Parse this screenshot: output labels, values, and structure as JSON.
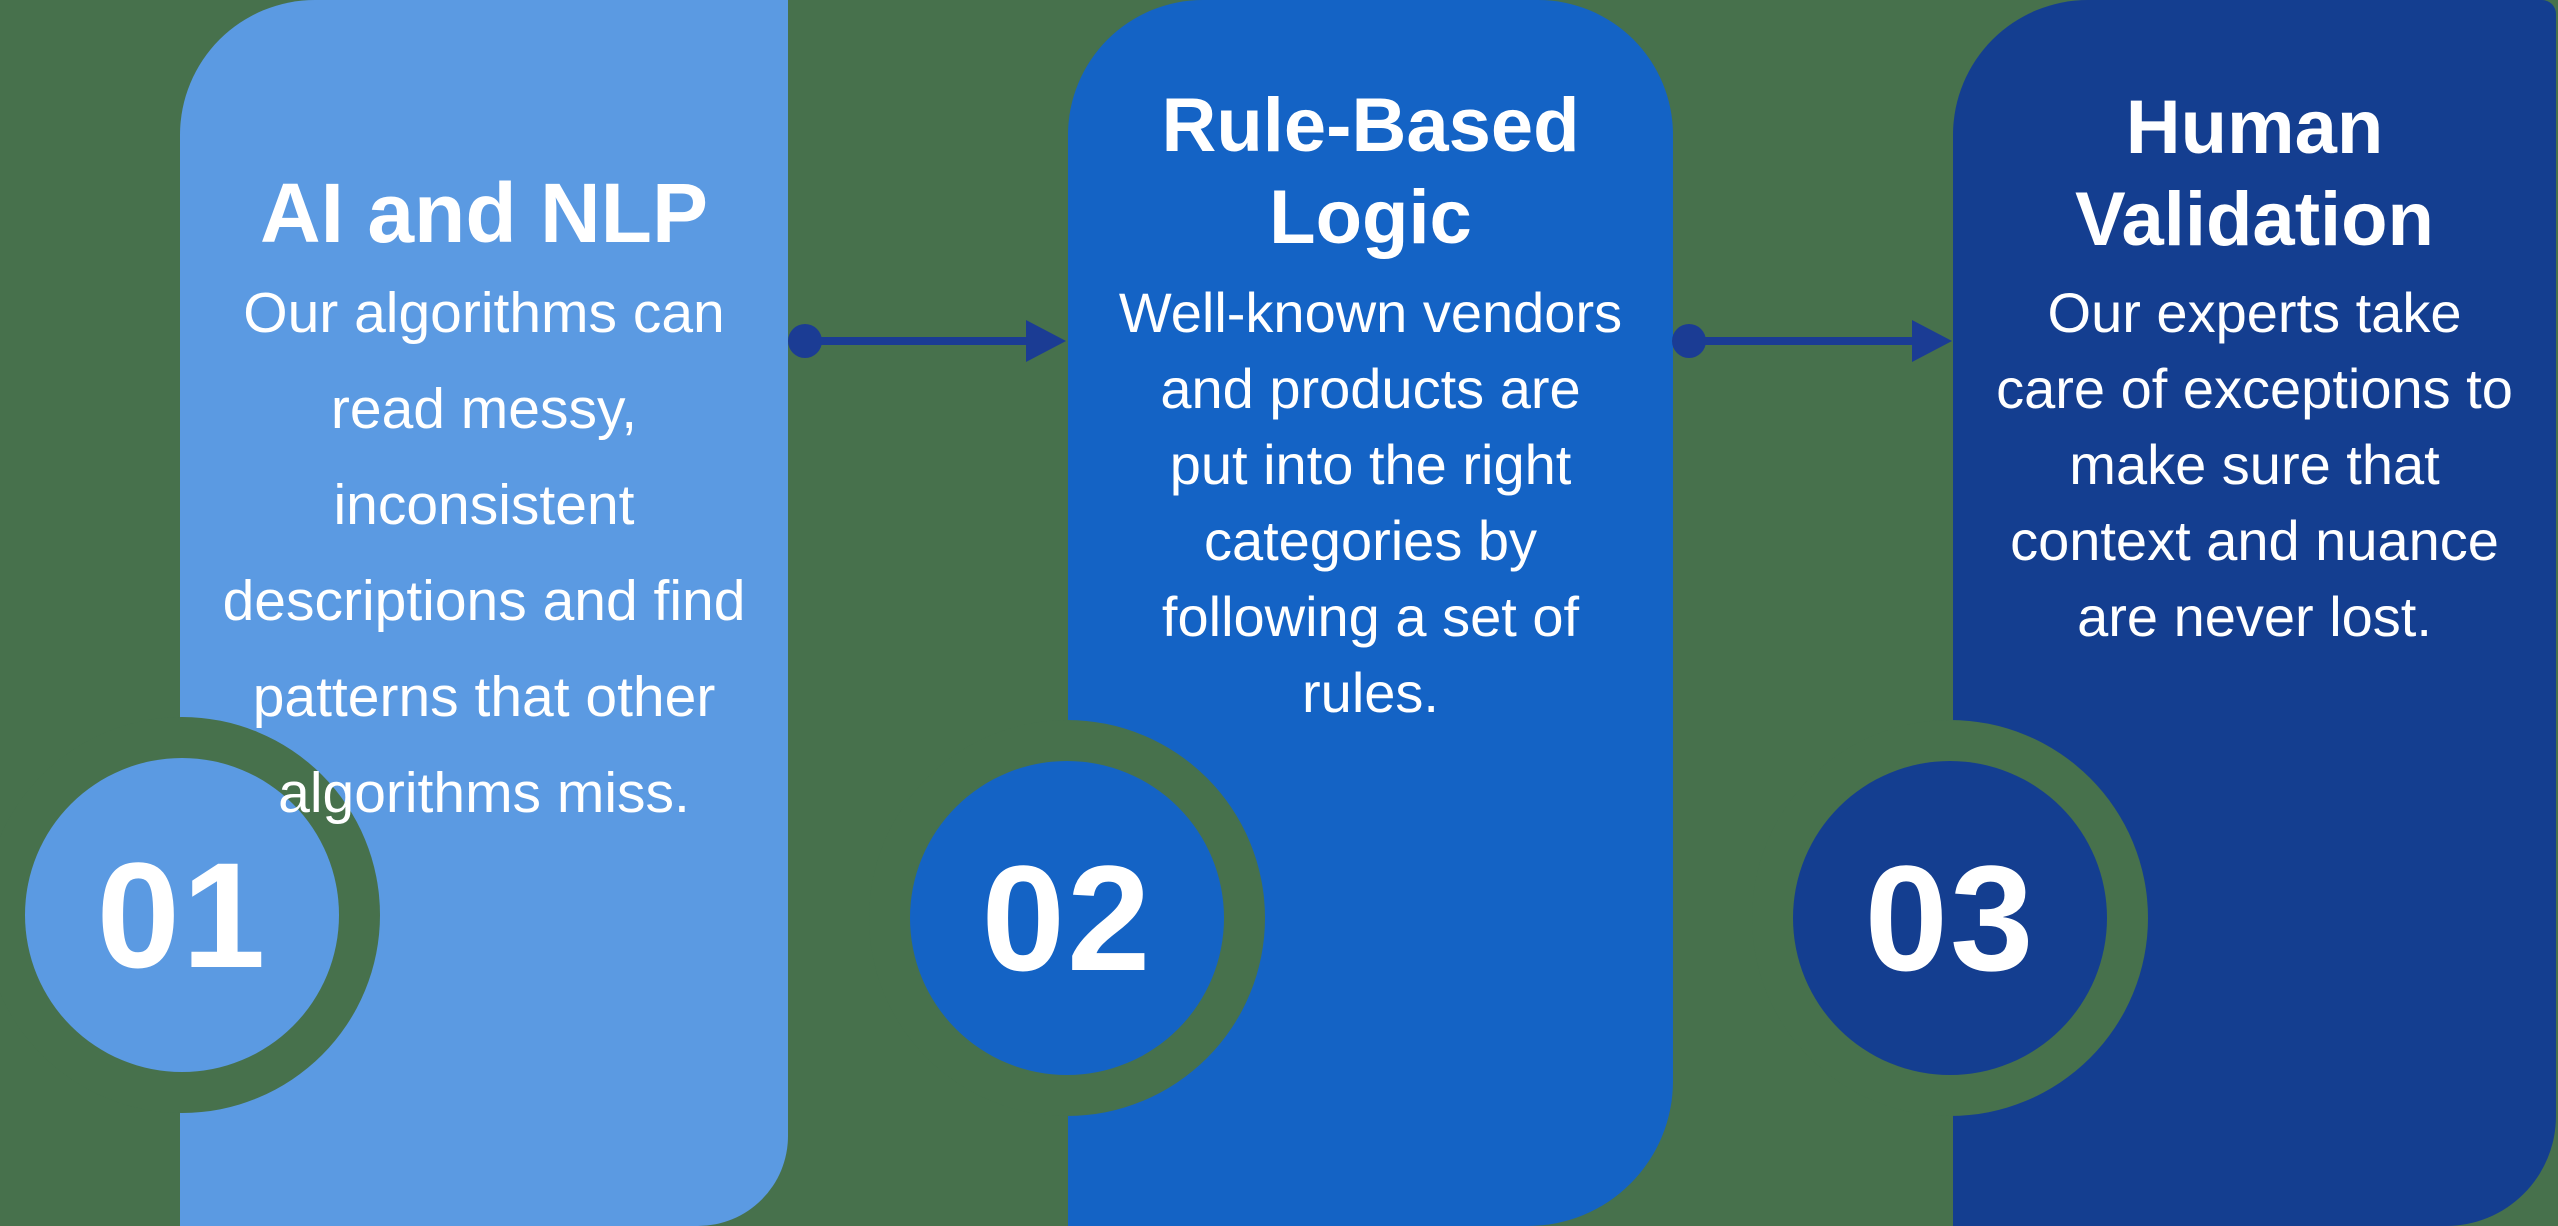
{
  "diagram": {
    "type": "process-flow",
    "background_color": "#47714C",
    "arrow_color": "#1B3C94",
    "text_color": "#FFFFFF",
    "steps": [
      {
        "number": "01",
        "title": [
          "AI and NLP"
        ],
        "body": [
          "Our algorithms can",
          "read messy,",
          "inconsistent",
          "descriptions and find",
          "patterns that other",
          "algorithms miss."
        ],
        "card_color": "#5B9AE2"
      },
      {
        "number": "02",
        "title": [
          "Rule-Based",
          "Logic"
        ],
        "body": [
          "Well-known vendors",
          "and products are",
          "put into the right",
          "categories by",
          "following a set of",
          "rules."
        ],
        "card_color": "#1463C5"
      },
      {
        "number": "03",
        "title": [
          "Human",
          "Validation"
        ],
        "body": [
          "Our experts take",
          "care of exceptions to",
          "make sure that",
          "context and nuance",
          "are never lost."
        ],
        "card_color": "#143E90"
      }
    ]
  }
}
